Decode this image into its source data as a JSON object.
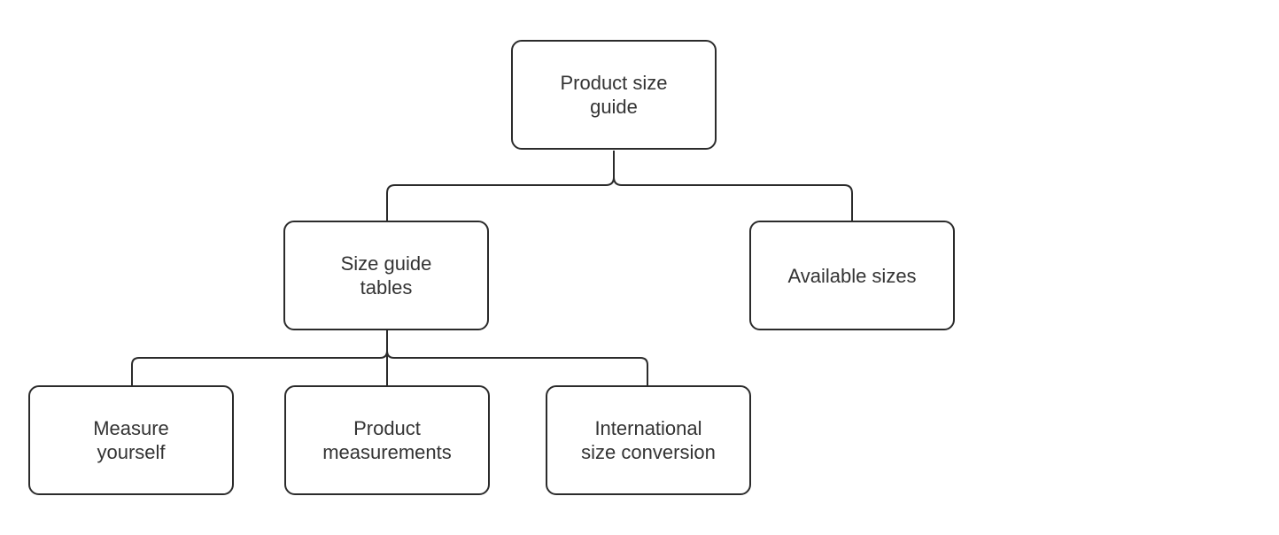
{
  "diagram": {
    "type": "tree",
    "colors": {
      "stroke": "#2b2b2b",
      "text": "#333333",
      "fill": "#ffffff"
    },
    "nodes": {
      "root": "Product size\nguide",
      "size_guide_tables": "Size guide\ntables",
      "available_sizes": "Available sizes",
      "measure_yourself": "Measure\nyourself",
      "product_measurements": "Product\nmeasurements",
      "international_size_conversion": "International\nsize conversion"
    },
    "edges": [
      [
        "root",
        "size_guide_tables"
      ],
      [
        "root",
        "available_sizes"
      ],
      [
        "size_guide_tables",
        "measure_yourself"
      ],
      [
        "size_guide_tables",
        "product_measurements"
      ],
      [
        "size_guide_tables",
        "international_size_conversion"
      ]
    ]
  }
}
